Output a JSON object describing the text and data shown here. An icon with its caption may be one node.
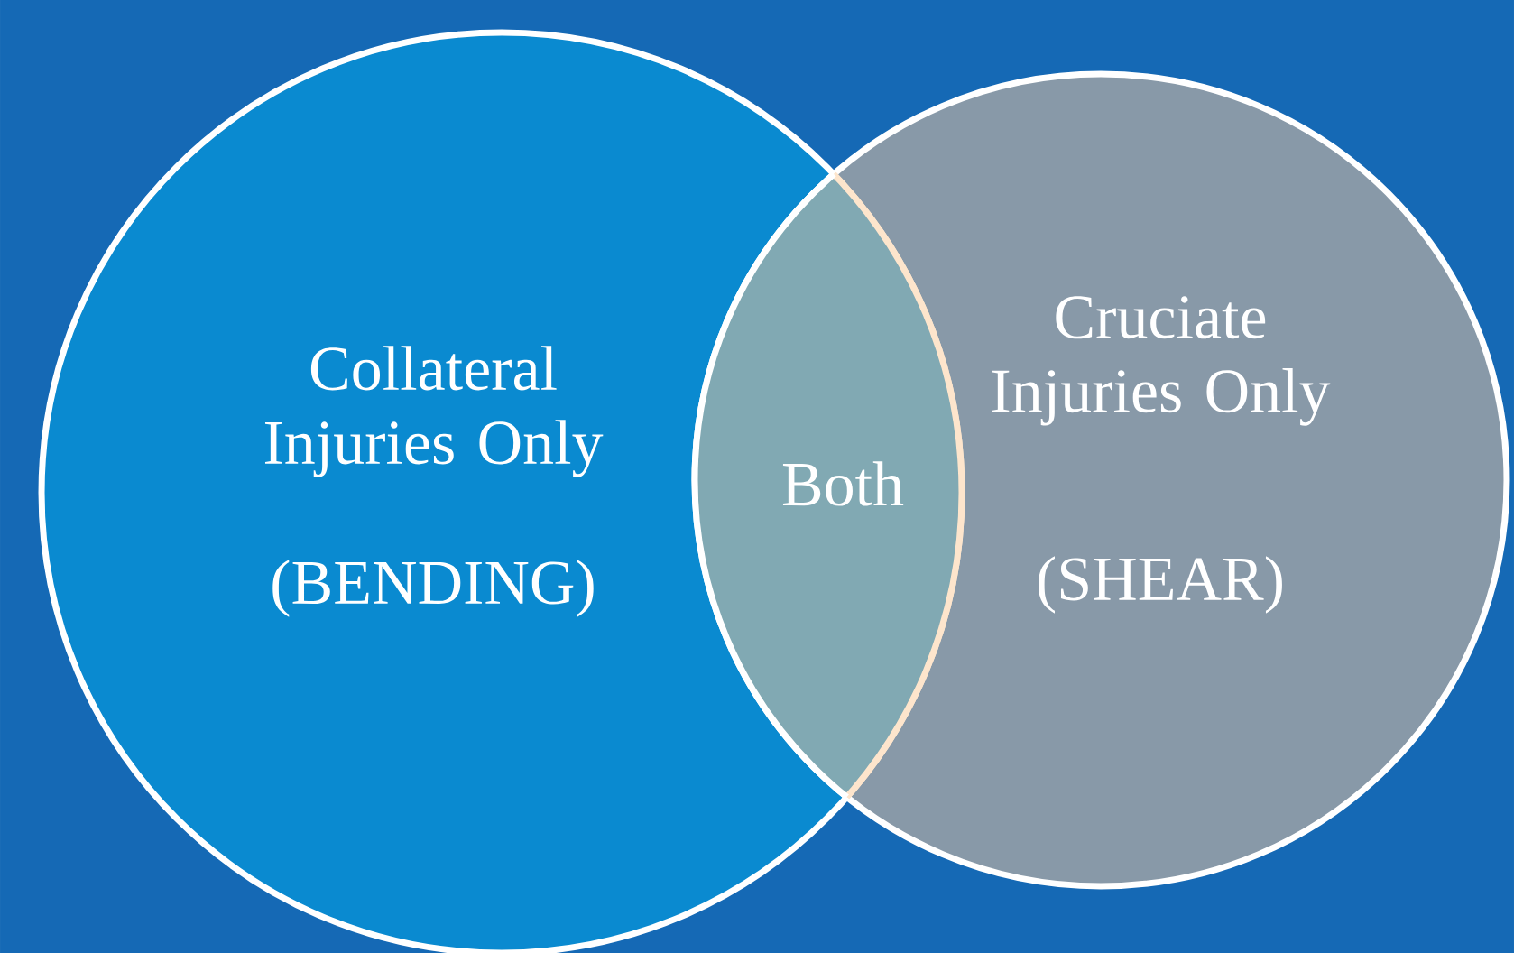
{
  "diagram": {
    "nodes": [
      {
        "text": [
          "Collateral Injuries Only",
          "(BENDING)"
        ]
      },
      {
        "text": [
          "Both"
        ]
      },
      {
        "text": [
          "Cruciate Injuries Only",
          "(SHEAR)"
        ]
      }
    ]
  }
}
